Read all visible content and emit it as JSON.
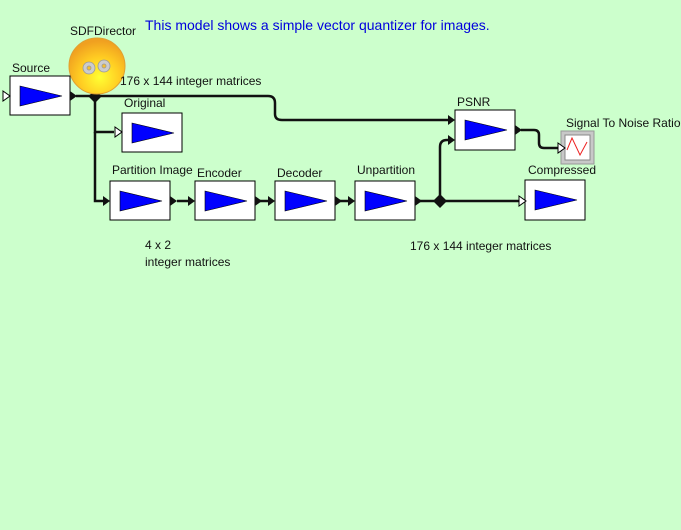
{
  "model": {
    "description": "This model shows a simple vector quantizer for images.",
    "director": {
      "label": "SDFDirector",
      "icon": "gears-icon"
    },
    "background_color": "#ccffcc",
    "description_color": "#0000dd",
    "actor_fill_color": "#0000ff"
  },
  "actors": {
    "source": "Source",
    "original": "Original",
    "partition": "Partition Image",
    "encoder": "Encoder",
    "decoder": "Decoder",
    "unpartition": "Unpartition",
    "psnr": "PSNR",
    "compressed": "Compressed",
    "snr_plot": "Signal To Noise Ratio"
  },
  "annotations": {
    "top_matrix": "176 x 144 integer matrices",
    "block_size_line1": "4 x 2",
    "block_size_line2": "integer matrices",
    "bottom_matrix": "176 x 144 integer matrices"
  }
}
